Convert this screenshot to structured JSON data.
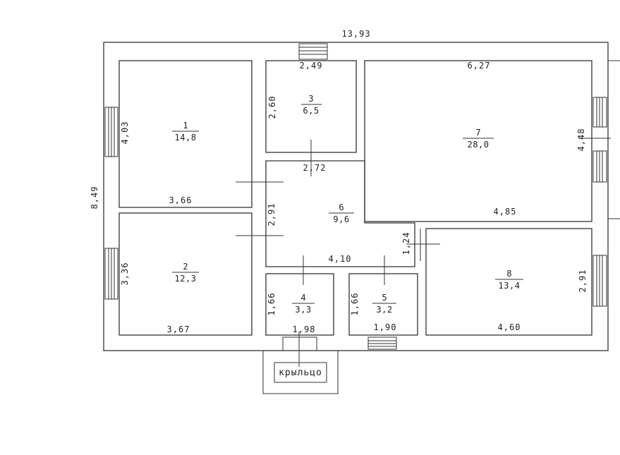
{
  "plan": {
    "overall_width": "13,93",
    "overall_height": "8,49",
    "porch_label": "крыльцо",
    "rooms": [
      {
        "number": "1",
        "area": "14,8",
        "width": "3,66",
        "height": "4,03"
      },
      {
        "number": "2",
        "area": "12,3",
        "width": "3,67",
        "height": "3,36"
      },
      {
        "number": "3",
        "area": "6,5",
        "width": "2,49",
        "height": "2,60"
      },
      {
        "number": "4",
        "area": "3,3",
        "width": "1,98",
        "height": "1,66"
      },
      {
        "number": "5",
        "area": "3,2",
        "width": "1,90",
        "height": "1,66"
      },
      {
        "number": "6",
        "area": "9,6",
        "width": "4,10",
        "height": "2,91",
        "top_width": "2,72",
        "extra": "1,24"
      },
      {
        "number": "7",
        "area": "28,0",
        "width": "6,27",
        "bottom_width": "4,85",
        "height": "4,48"
      },
      {
        "number": "8",
        "area": "13,4",
        "width": "4,60",
        "height": "2,91"
      }
    ]
  }
}
